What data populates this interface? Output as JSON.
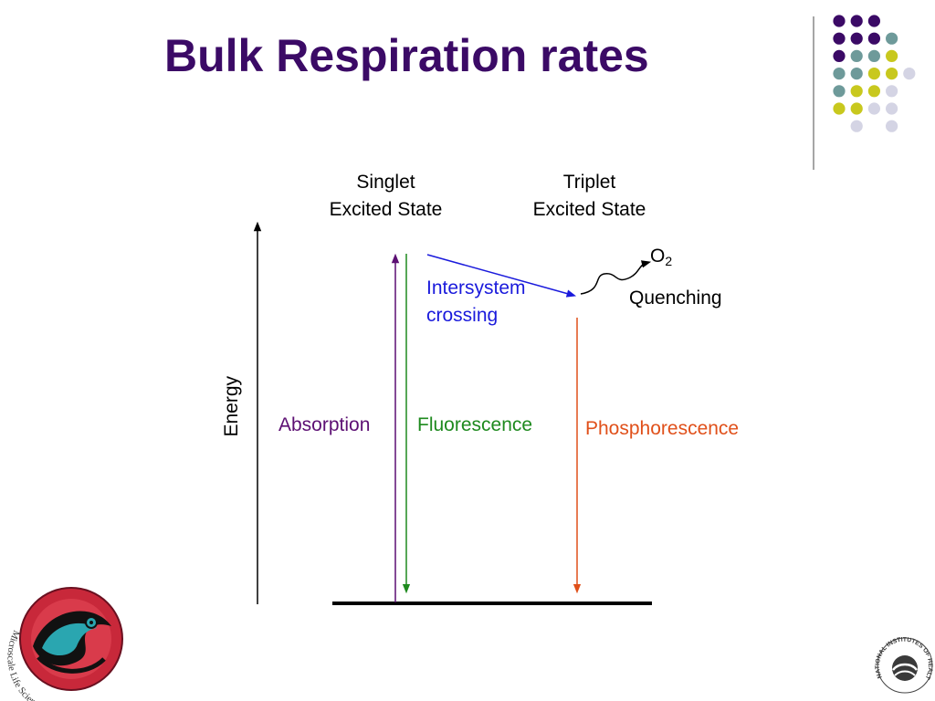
{
  "slide": {
    "title": "Bulk Respiration rates"
  },
  "diagram": {
    "states": {
      "singlet": {
        "line1": "Singlet",
        "line2": "Excited State"
      },
      "triplet": {
        "line1": "Triplet",
        "line2": "Excited State"
      }
    },
    "oxygen": {
      "symbol": "O",
      "subscript": "2"
    },
    "quenching_label": "Quenching",
    "isc_label": {
      "line1": "Intersystem",
      "line2": "crossing"
    },
    "axis_label": "Energy",
    "absorption_label": "Absorption",
    "fluorescence_label": "Fluorescence",
    "phosphorescence_label": "Phosphorescence",
    "colors": {
      "absorption": "#5c0f73",
      "fluorescence": "#1e8a1e",
      "phosphorescence": "#e0501a",
      "isc": "#1a1adc",
      "title": "#3b0a66",
      "text": "#000000"
    }
  },
  "logos": {
    "left_caption": "Microscale Life Sciences Center",
    "right_caption": "NATIONAL INSTITUTES OF HEALTH"
  },
  "decoration": {
    "dot_colors": [
      "#3b0a66",
      "#6e9a9a",
      "#c8c81e",
      "#d4d4e4"
    ]
  }
}
